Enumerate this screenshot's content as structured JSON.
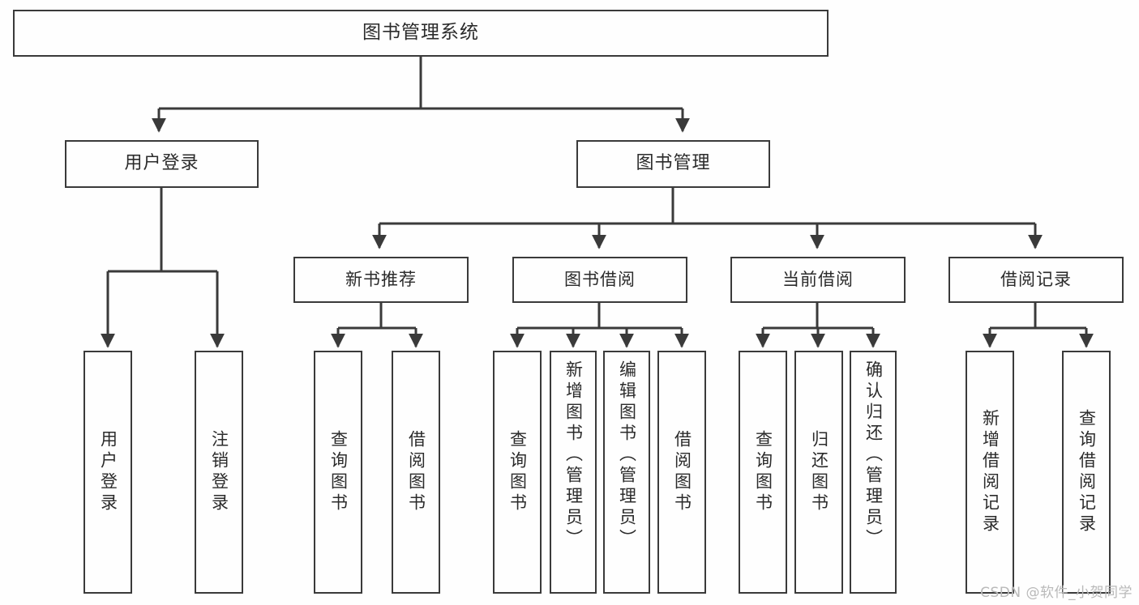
{
  "diagram": {
    "type": "hierarchy-tree",
    "title": "图书管理系统",
    "line_color": "#3a3a3a",
    "box_fill": "#fefefe",
    "text_color": "#2b2b2b"
  },
  "nodes": {
    "root": {
      "label": "图书管理系统"
    },
    "tier2": [
      {
        "label": "用户登录"
      },
      {
        "label": "图书管理"
      }
    ],
    "tier3": [
      {
        "label": "新书推荐"
      },
      {
        "label": "图书借阅"
      },
      {
        "label": "当前借阅"
      },
      {
        "label": "借阅记录"
      }
    ],
    "leaves": {
      "user_login": [
        {
          "label": "用户登录"
        },
        {
          "label": "注销登录"
        }
      ],
      "new_books": [
        {
          "label": "查询图书"
        },
        {
          "label": "借阅图书"
        }
      ],
      "book_borrow": [
        {
          "label": "查询图书"
        },
        {
          "label": "新增图书（管理员）"
        },
        {
          "label": "编辑图书（管理员）"
        },
        {
          "label": "借阅图书"
        }
      ],
      "current_borrow": [
        {
          "label": "查询图书"
        },
        {
          "label": "归还图书"
        },
        {
          "label": "确认归还（管理员）"
        }
      ],
      "borrow_records": [
        {
          "label": "新增借阅记录"
        },
        {
          "label": "查询借阅记录"
        }
      ]
    }
  },
  "watermark": {
    "text": "CSDN @软件_小贺同学"
  }
}
